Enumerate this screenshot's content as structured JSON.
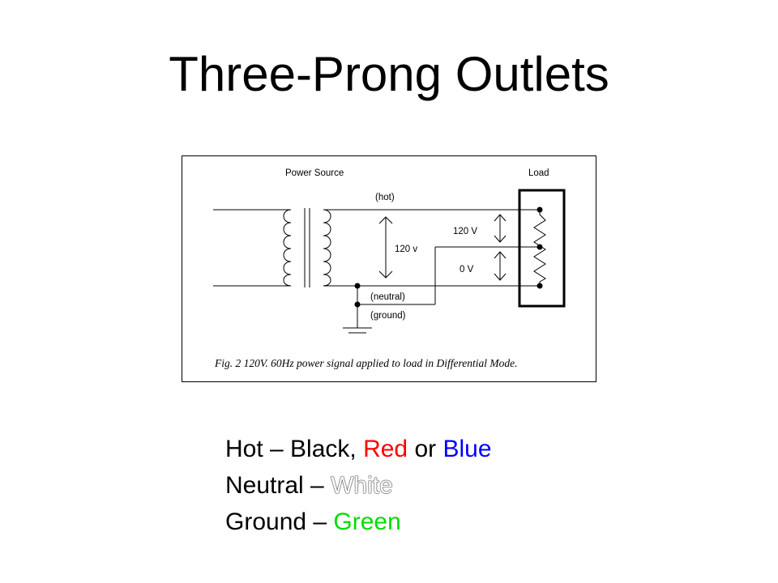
{
  "slide": {
    "title": "Three-Prong Outlets"
  },
  "diagram": {
    "power_source_label": "Power Source",
    "load_label": "Load",
    "hot_label": "(hot)",
    "neutral_label": "(neutral)",
    "ground_label": "(ground)",
    "source_voltage_label": "120 v",
    "load_hot_voltage_label": "120 V",
    "load_ground_voltage_label": "0 V",
    "caption": "Fig. 2  120V. 60Hz power signal applied to load in Differential Mode."
  },
  "legend": {
    "hot": {
      "label": "Hot – ",
      "black": "Black, ",
      "red": "Red",
      "or": " or ",
      "blue": "Blue"
    },
    "neutral": {
      "label": "Neutral – ",
      "white": "White"
    },
    "ground": {
      "label": "Ground – ",
      "green": "Green"
    }
  },
  "colors": {
    "red": "#ff0000",
    "blue": "#0000ff",
    "green": "#00dd00",
    "white": "#ffffff"
  }
}
